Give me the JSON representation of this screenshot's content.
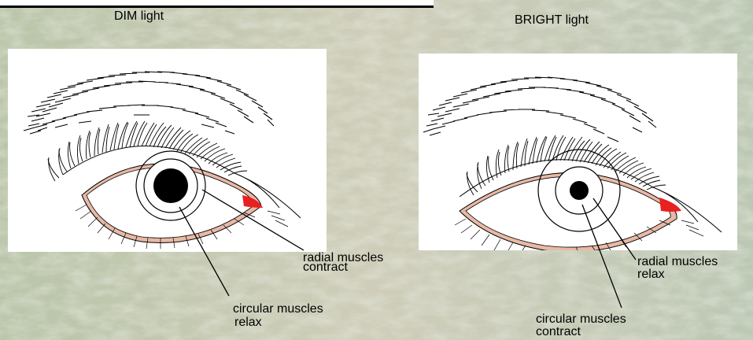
{
  "headings": {
    "dim": "DIM  light",
    "bright": "BRIGHT  light"
  },
  "labels": {
    "dim_radial": [
      "radial muscles",
      "contract"
    ],
    "dim_circular": [
      "circular muscles",
      "relax"
    ],
    "bright_radial": [
      "radial muscles",
      "relax"
    ],
    "bright_circular": [
      "circular muscles",
      "contract"
    ]
  },
  "colors": {
    "eyelid": "#e8b9a6",
    "caruncle": "#e82020",
    "pupil": "#000000",
    "background": "#c9cdb8"
  }
}
